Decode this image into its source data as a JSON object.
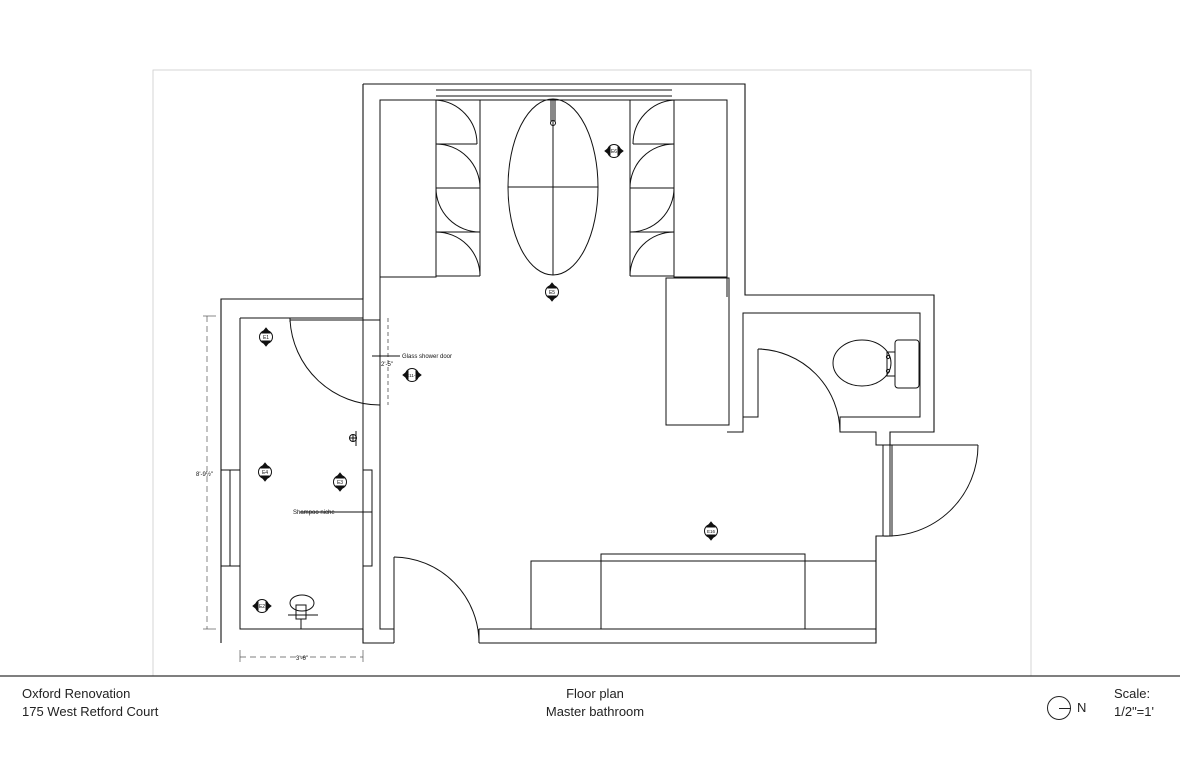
{
  "annotations": {
    "glass_door": "Glass shower door",
    "door_width": "2'-5\"",
    "shampoo": "Shampoo niche",
    "shower_height": "8'-9½\"",
    "shower_width": "3'-6\""
  },
  "elevation_tags": {
    "e1": "E1",
    "e2": "E2",
    "e3": "E3",
    "e4": "E4",
    "e5": "E5",
    "e6": "E6",
    "e11": "E11-2",
    "e16": "E16"
  },
  "title_block": {
    "project_name": "Oxford Renovation",
    "address": "175 West Retford Court",
    "drawing_title": "Floor plan",
    "room_name": "Master bathroom",
    "north_label": "N",
    "scale_label": "Scale:",
    "scale_value": "1/2\"=1'"
  }
}
